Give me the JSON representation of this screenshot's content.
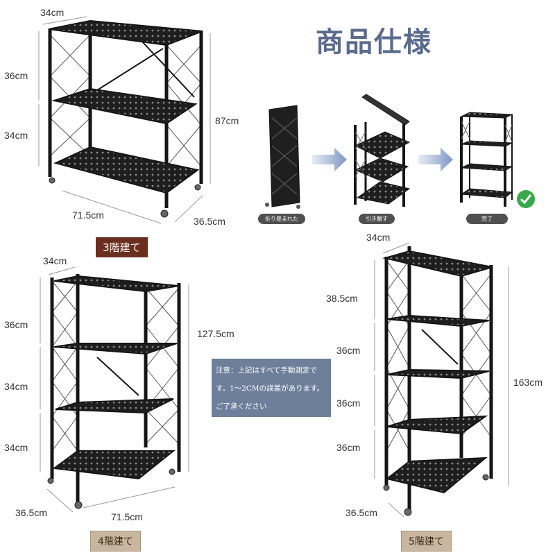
{
  "header": {
    "title": "商品仕様"
  },
  "shelf3": {
    "width_top": "34cm",
    "tier1": "36cm",
    "tier2": "34cm",
    "height": "87cm",
    "depth": "71.5cm",
    "side": "36.5cm",
    "label": "3階建て"
  },
  "steps": [
    {
      "label": "折り畳まれた"
    },
    {
      "label": "引き離す"
    },
    {
      "label": "完了"
    }
  ],
  "shelf4": {
    "width_top": "34cm",
    "tier1": "36cm",
    "tier2": "34cm",
    "tier3": "34cm",
    "height": "127.5cm",
    "side": "36.5cm",
    "depth": "71.5cm",
    "label": "4階建て"
  },
  "note": {
    "text": "注意：上記はすべて手動測定です。1～2CMの誤差があります。ご了承ください"
  },
  "shelf5": {
    "width_top": "34cm",
    "tier1": "38.5cm",
    "tier2": "36cm",
    "tier3": "36cm",
    "tier4": "36cm",
    "height": "163cm",
    "side": "36.5cm",
    "label": "5階建て"
  },
  "colors": {
    "title": "#5a6b8c",
    "brown_badge": "#6b2e1e",
    "tan_badge": "#c8b79e",
    "note_bg": "#6e7f9b",
    "arrow": "#8aa0c8",
    "check": "#3aa84a"
  }
}
